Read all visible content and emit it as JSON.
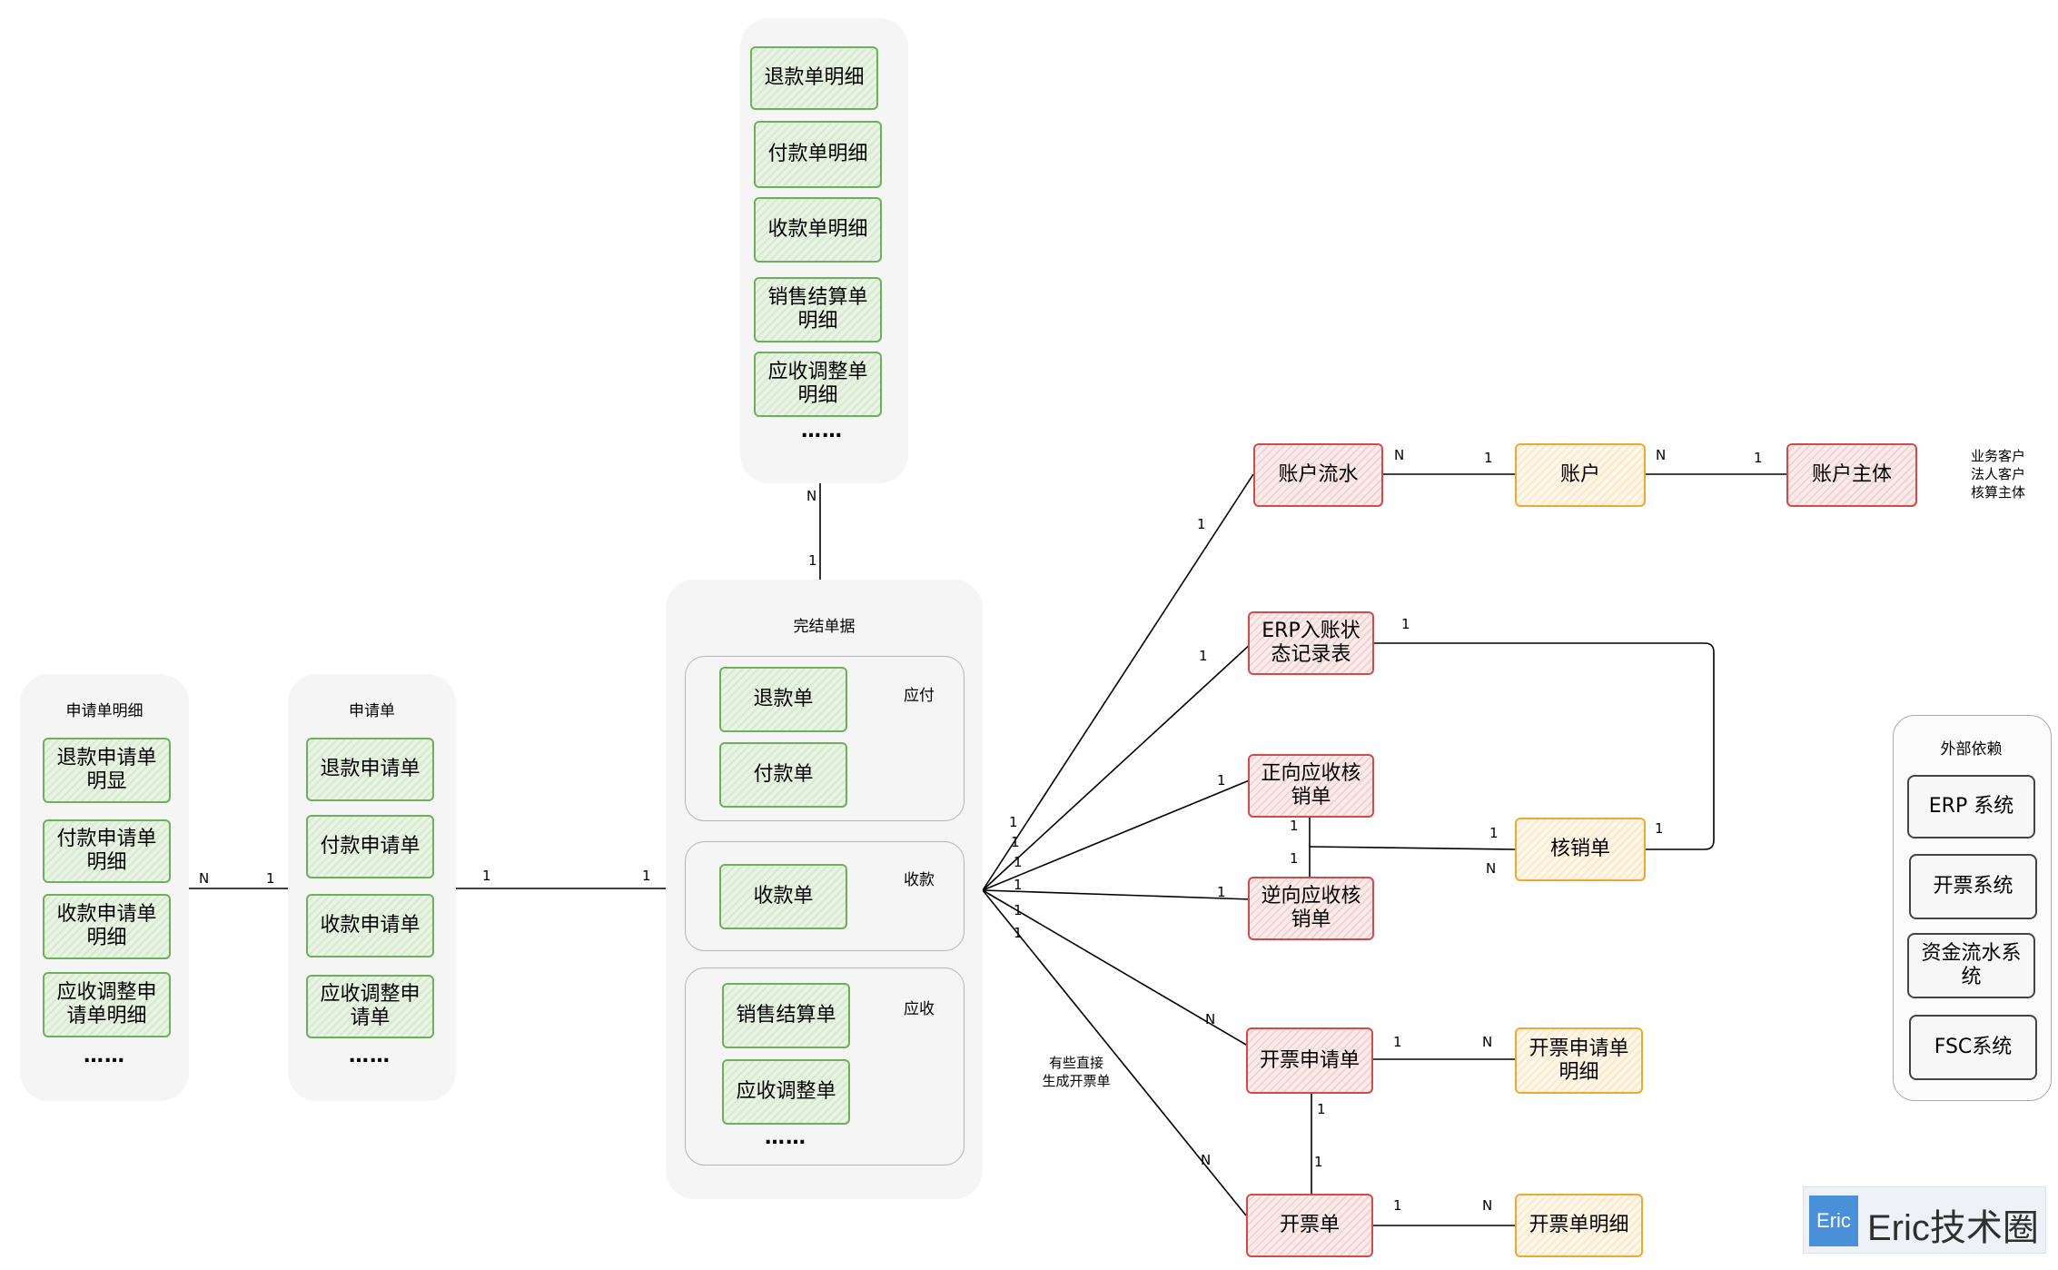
{
  "groups": {
    "top_details": {
      "items": [
        "退款单明细",
        "付款单明细",
        "收款单明细",
        "销售结算单明细",
        "应收调整单明细"
      ],
      "ellipsis": "……"
    },
    "application_details": {
      "title": "申请单明细",
      "items": [
        "退款申请单明显",
        "付款申请单明细",
        "收款申请单明细",
        "应收调整申请单明细"
      ],
      "ellipsis": "……"
    },
    "applications": {
      "title": "申请单",
      "items": [
        "退款申请单",
        "付款申请单",
        "收款申请单",
        "应收调整申请单"
      ],
      "ellipsis": "……"
    },
    "completed": {
      "title": "完结单据",
      "payable": {
        "label": "应付",
        "items": [
          "退款单",
          "付款单"
        ]
      },
      "receipt": {
        "label": "收款",
        "items": [
          "收款单"
        ]
      },
      "receivable": {
        "label": "应收",
        "items": [
          "销售结算单",
          "应收调整单"
        ],
        "ellipsis": "……"
      }
    },
    "external": {
      "title": "外部依赖",
      "items": [
        "ERP 系统",
        "开票系统",
        "资金流水系统",
        "FSC系统"
      ]
    }
  },
  "entities": {
    "account_flow": "账户流水",
    "account": "账户",
    "account_subject": "账户主体",
    "erp_status": "ERP入账状态记录表",
    "forward_writeoff": "正向应收核销单",
    "reverse_writeoff": "逆向应收核销单",
    "writeoff": "核销单",
    "invoice_application": "开票申请单",
    "invoice_application_detail": "开票申请单明细",
    "invoice": "开票单",
    "invoice_detail": "开票单明细"
  },
  "notes": {
    "account_subject_types": [
      "业务客户",
      "法人客户",
      "核算主体"
    ],
    "direct_invoice": [
      "有些直接",
      "生成开票单"
    ]
  },
  "cardinality": {
    "one": "1",
    "many": "N"
  },
  "watermark": {
    "logo": "Eric",
    "text": "Eric技术圈"
  },
  "colors": {
    "group_fill": "#f5f5f5",
    "green_border": "#6db05a",
    "red_border": "#d24b4b",
    "orange_border": "#f0a832",
    "edge": "#000000"
  }
}
